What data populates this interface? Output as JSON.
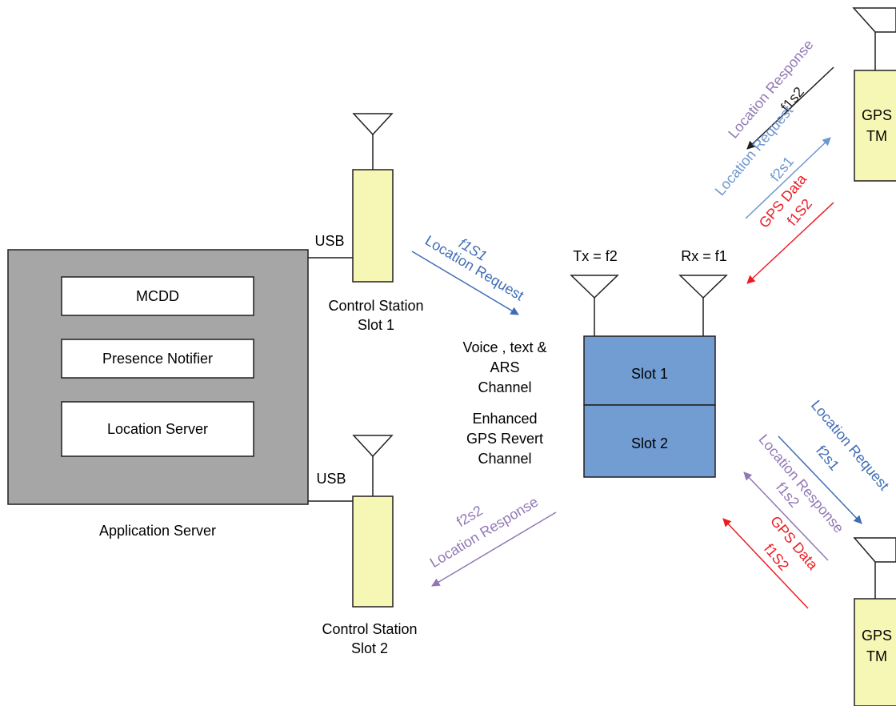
{
  "application_server": {
    "label": "Application Server",
    "components": [
      "MCDD",
      "Presence Notifier",
      "Location Server"
    ]
  },
  "control_station_1": {
    "name": "Control Station",
    "slot": "Slot 1",
    "link": "USB"
  },
  "control_station_2": {
    "name": "Control Station",
    "slot": "Slot 2",
    "link": "USB"
  },
  "repeater": {
    "tx": "Tx = f2",
    "rx": "Rx = f1",
    "slot1": "Slot 1",
    "slot2": "Slot 2"
  },
  "channels": {
    "voice": [
      "Voice , text &",
      "ARS",
      "Channel"
    ],
    "gps_revert": [
      "Enhanced",
      "GPS Revert",
      "Channel"
    ]
  },
  "links": {
    "cs1_request": {
      "code": "f1S1",
      "label": "Location Request"
    },
    "cs2_response": {
      "code": "f2s2",
      "label": "Location Response"
    }
  },
  "top_device": {
    "name": [
      "GPS",
      "TM"
    ],
    "response": {
      "label": "Location Response",
      "code": "f1s2"
    },
    "request": {
      "label": "Location Request",
      "code": "f2s1"
    },
    "gps": {
      "label": "GPS Data",
      "code": "f1S2"
    }
  },
  "bottom_device": {
    "name": [
      "GPS",
      "TM"
    ],
    "request": {
      "label": "Location Request",
      "code": "f2s1"
    },
    "response": {
      "label": "Location Response",
      "code": "f1s2"
    },
    "gps": {
      "label": "GPS Data",
      "code": "f1S2"
    }
  },
  "colors": {
    "yellow_box": "#f7f7b5",
    "server_gray": "#a6a6a6",
    "repeater_blue": "#719dd3",
    "request_blue": "#3f6db5",
    "light_blue": "#6c97cf",
    "purple": "#9178b5",
    "red": "#ed1c24",
    "black": "#231f20"
  }
}
